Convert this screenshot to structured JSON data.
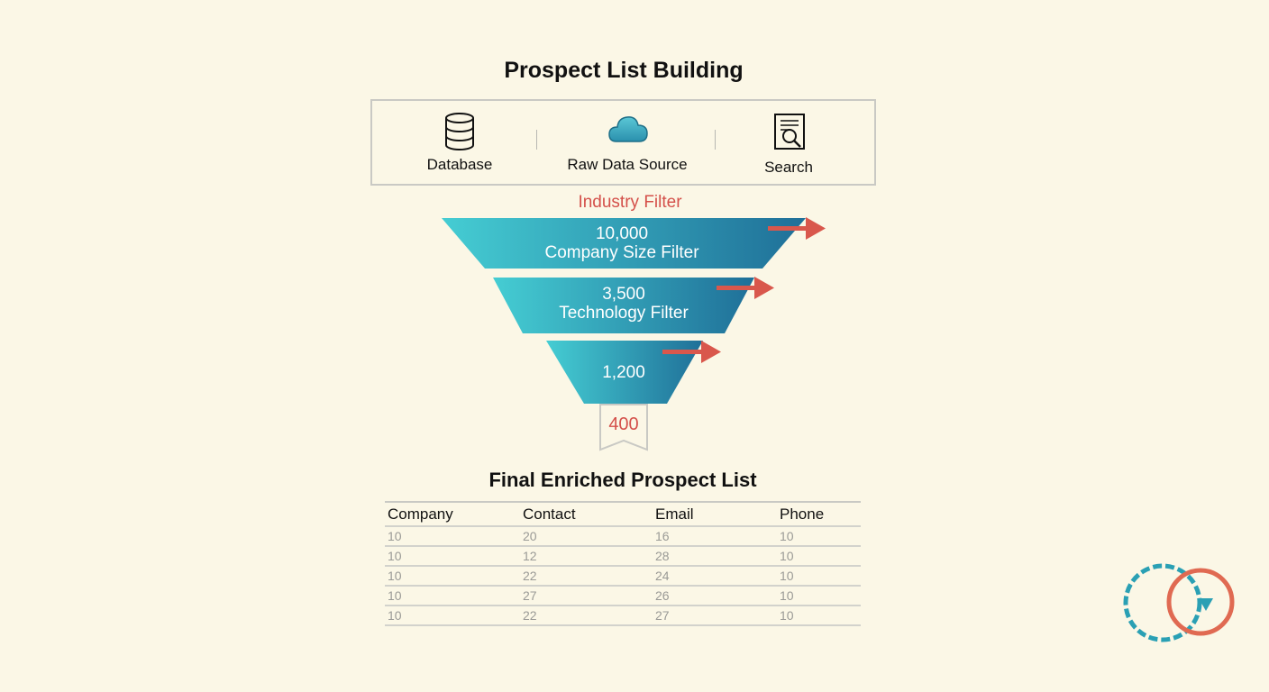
{
  "title": "Prospect List Building",
  "sources": [
    {
      "label": "Database",
      "icon": "database-icon"
    },
    {
      "label": "Raw Data Source",
      "icon": "cloud-icon"
    },
    {
      "label": "Search",
      "icon": "search-document-icon"
    }
  ],
  "funnel": {
    "top_label": "Industry Filter",
    "stages": [
      {
        "value": "10,000",
        "label": "Company Size Filter"
      },
      {
        "value": "3,500",
        "label": "Technology Filter"
      },
      {
        "value": "1,200",
        "label": ""
      }
    ],
    "result": "400"
  },
  "list": {
    "title": "Final Enriched Prospect List",
    "columns": [
      "Company",
      "Contact",
      "Email",
      "Phone"
    ],
    "rows": [
      [
        "10",
        "20",
        "16",
        "10"
      ],
      [
        "10",
        "12",
        "28",
        "10"
      ],
      [
        "10",
        "22",
        "24",
        "10"
      ],
      [
        "10",
        "27",
        "26",
        "10"
      ],
      [
        "10",
        "22",
        "27",
        "10"
      ]
    ]
  },
  "colors": {
    "funnel_light": "#45cdd3",
    "funnel_dark": "#1f6f98",
    "accent_red": "#d4504a",
    "teal_icon": "#2aa0b4"
  },
  "icons": {
    "refresh": "sync-cycle-icon"
  }
}
